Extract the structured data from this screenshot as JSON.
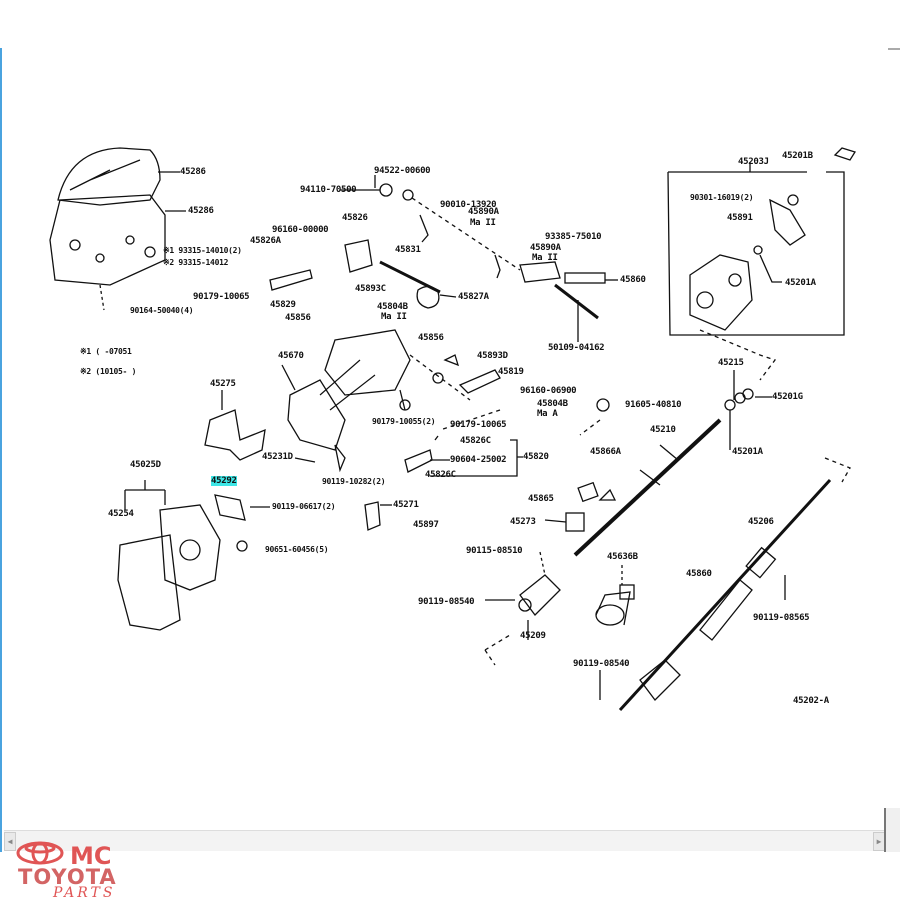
{
  "diagram": {
    "part_labels": [
      "45286",
      "45286",
      "※1 93315-14010(2)",
      "※2 93315-14012",
      "90164-50040(4)",
      "※1 (      -07051",
      "※2 (10105-        )",
      "45826A",
      "96160-00000",
      "45826",
      "90179-10065",
      "45829",
      "45856",
      "45831",
      "45893C",
      "45804B",
      "Ma II",
      "45827A",
      "94522-00600",
      "94110-70500",
      "90010-13920",
      "45890A",
      "Ma II",
      "93385-75010",
      "45890A",
      "Ma II",
      "45860",
      "50109-04162",
      "45203J",
      "45201B",
      "90301-16019(2)",
      "45891",
      "45201A",
      "45215",
      "45201G",
      "45201A",
      "45670",
      "45856",
      "45893D",
      "45819",
      "96160-06900",
      "45804B",
      "Ma A",
      "90179-10055(2)",
      "90179-10065",
      "45826C",
      "90604-25002",
      "45820",
      "45826C",
      "45275",
      "45231D",
      "90119-10282(2)",
      "45292",
      "45025D",
      "45254",
      "90119-06617(2)",
      "45271",
      "45897",
      "90651-60456(5)",
      "91605-40810",
      "45210",
      "45866A",
      "45865",
      "45273",
      "90115-08510",
      "45636B",
      "45860",
      "45206",
      "90119-08540",
      "45209",
      "90119-08565",
      "90119-08540",
      "45202-A"
    ],
    "highlighted_part": "45292"
  },
  "viewer": {
    "scroll_left_icon": "chevron-left-icon",
    "scroll_right_icon": "chevron-right-icon"
  },
  "logo": {
    "line1": "OMC",
    "line2": "TOYOTA",
    "line3": "PARTS",
    "color": "#e05555"
  }
}
